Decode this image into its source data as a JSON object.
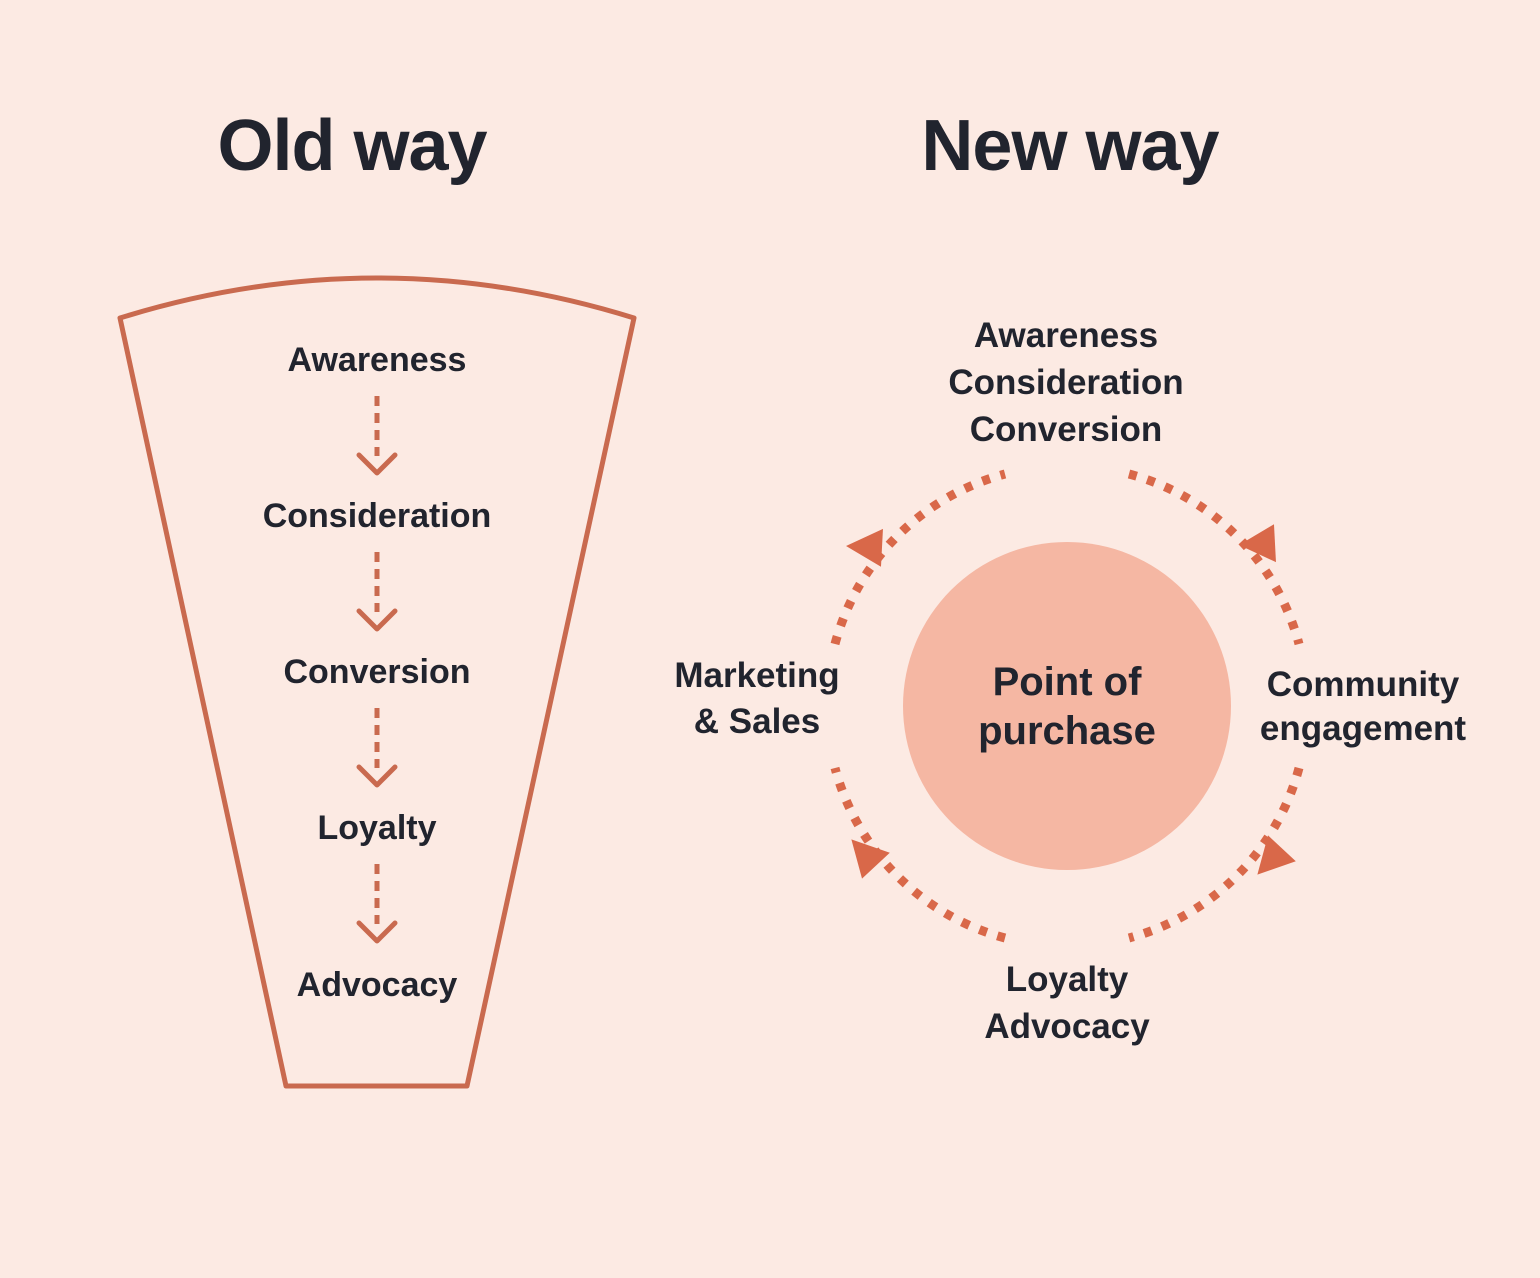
{
  "titles": {
    "old_way": "Old way",
    "new_way": "New way"
  },
  "old_way": {
    "stages": [
      "Awareness",
      "Consideration",
      "Conversion",
      "Loyalty",
      "Advocacy"
    ]
  },
  "new_way": {
    "top_stages": [
      "Awareness",
      "Consideration",
      "Conversion"
    ],
    "left_label_lines": [
      "Marketing",
      "& Sales"
    ],
    "right_label_lines": [
      "Community",
      "engagement"
    ],
    "bottom_stages": [
      "Loyalty",
      "Advocacy"
    ],
    "center_label_lines": [
      "Point of",
      "purchase"
    ]
  },
  "colors": {
    "background": "#fceae3",
    "funnel_outline": "#c96a4f",
    "flow_dots": "#d96849",
    "center_circle_fill": "#f5b7a3",
    "text": "#21242e"
  }
}
